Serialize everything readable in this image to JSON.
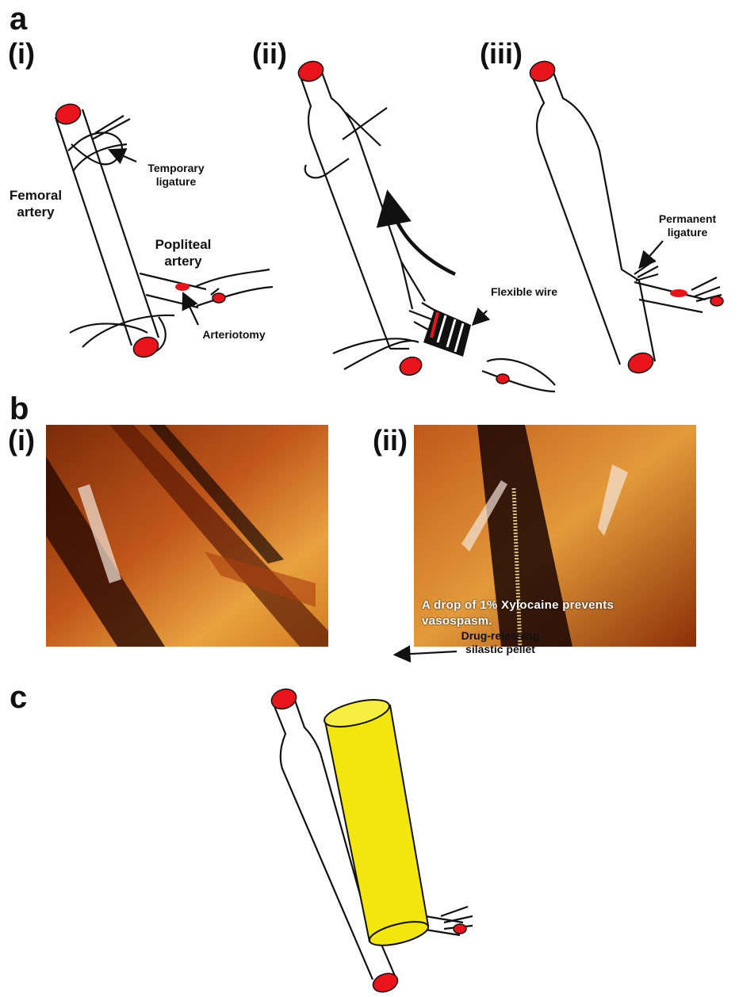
{
  "panel_a": {
    "letter": "a",
    "sub_i": "(i)",
    "sub_ii": "(ii)",
    "sub_iii": "(iii)",
    "labels": {
      "temporary_ligature": [
        "Temporary",
        "ligature"
      ],
      "femoral_artery": [
        "Femoral",
        "artery"
      ],
      "popliteal_artery": [
        "Popliteal",
        "artery"
      ],
      "arteriotomy": "Arteriotomy",
      "flexible_wire": "Flexible wire",
      "permanent_ligature": [
        "Permanent",
        "ligature"
      ]
    }
  },
  "panel_b": {
    "letter": "b",
    "sub_i": "(i)",
    "sub_ii": "(ii)",
    "caption": [
      "A drop of 1% Xylocaine prevents",
      "vasospasm."
    ]
  },
  "panel_c": {
    "letter": "c",
    "labels": {
      "pellet": [
        "Drug-releasing",
        "silastic pellet"
      ]
    }
  },
  "colors": {
    "vessel_end": "#e8141c",
    "pellet": "#f2e60e",
    "line": "#111111",
    "photo_base": "#8a2a08"
  }
}
